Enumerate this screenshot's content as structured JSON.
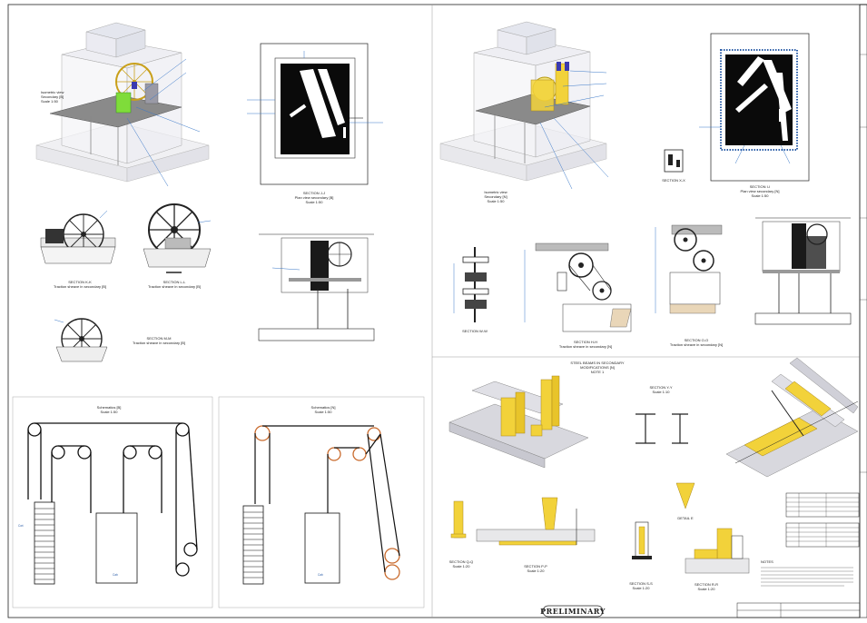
{
  "colors": {
    "leader": "#3a78c8",
    "yellow": "#f2d23a",
    "green": "#7fdc3a",
    "orange": "#c96a2c",
    "ink": "#111111",
    "ghost": "#c9c9c9"
  },
  "captions": {
    "iso_b": [
      "Isometric view",
      "Secondary [B]",
      "Scale 1:50"
    ],
    "iso_n": [
      "Isometric view",
      "Secondary [N]",
      "Scale 1:50"
    ],
    "sec_jj": [
      "SECTION J-J",
      "Plan view secondary [B]",
      "Scale 1:50"
    ],
    "sec_ii": [
      "SECTION I-I",
      "Plan view secondary [N]",
      "Scale 1:50"
    ],
    "sec_kk": [
      "SECTION K-K",
      "Traction sheave in secondary [B]"
    ],
    "sec_ll": [
      "SECTION L-L",
      "Traction sheave in secondary [B]"
    ],
    "sec_mm": [
      "SECTION M-M",
      "Traction sheave in secondary [B]"
    ],
    "sec_xx": "SECTION X-X",
    "sec_ww": "SECTION W-W",
    "sec_hh": [
      "SECTION H-H",
      "Traction sheave in secondary [N]"
    ],
    "sec_oo": [
      "SECTION O-O",
      "Traction sheave in secondary [N]"
    ],
    "schem_b": [
      "Schematics [B]",
      "Scale 1:50"
    ],
    "schem_n": [
      "Schematics [N]",
      "Scale 1:50"
    ],
    "steel": [
      "STEEL BEAMS IN SECONDARY",
      "MODIFICATIONS [N]",
      "NOTE 1"
    ],
    "sec_yy": [
      "SECTION Y-Y",
      "Scale 1:10"
    ],
    "sec_qq": [
      "SECTION Q-Q",
      "Scale 1:20"
    ],
    "sec_pp": [
      "SECTION P-P",
      "Scale 1:20"
    ],
    "sec_ss": [
      "SECTION S-S",
      "Scale 1:20"
    ],
    "sec_rr": [
      "SECTION R-R",
      "Scale 1:20"
    ],
    "detail_e": "DETAIL E",
    "notes": "NOTES"
  },
  "stamp": "PRELIMINARY",
  "schem_labels": {
    "cab": "Cab",
    "cwt": "Cwt"
  }
}
